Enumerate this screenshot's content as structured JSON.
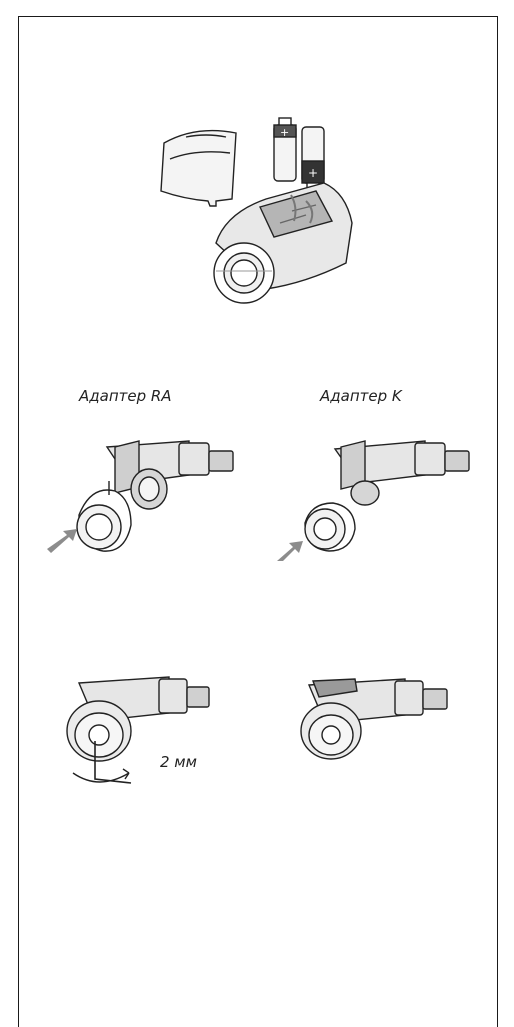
{
  "captions": {
    "adapter_ra": "Адаптер RA",
    "adapter_k": "Адаптер K",
    "hex_size": "2 мм"
  },
  "colors": {
    "border": "#1a1a1a",
    "line": "#222222",
    "shade": "#9a9a9a",
    "arrow": "#8c8c8c",
    "paper": "#ffffff"
  },
  "icons": [
    "battery-cover-icon",
    "battery-icon",
    "thermostat-head-icon",
    "valve-body-icon",
    "adapter-ring-icon",
    "push-arrow-icon",
    "hex-key-icon",
    "rotation-arrow-icon"
  ]
}
